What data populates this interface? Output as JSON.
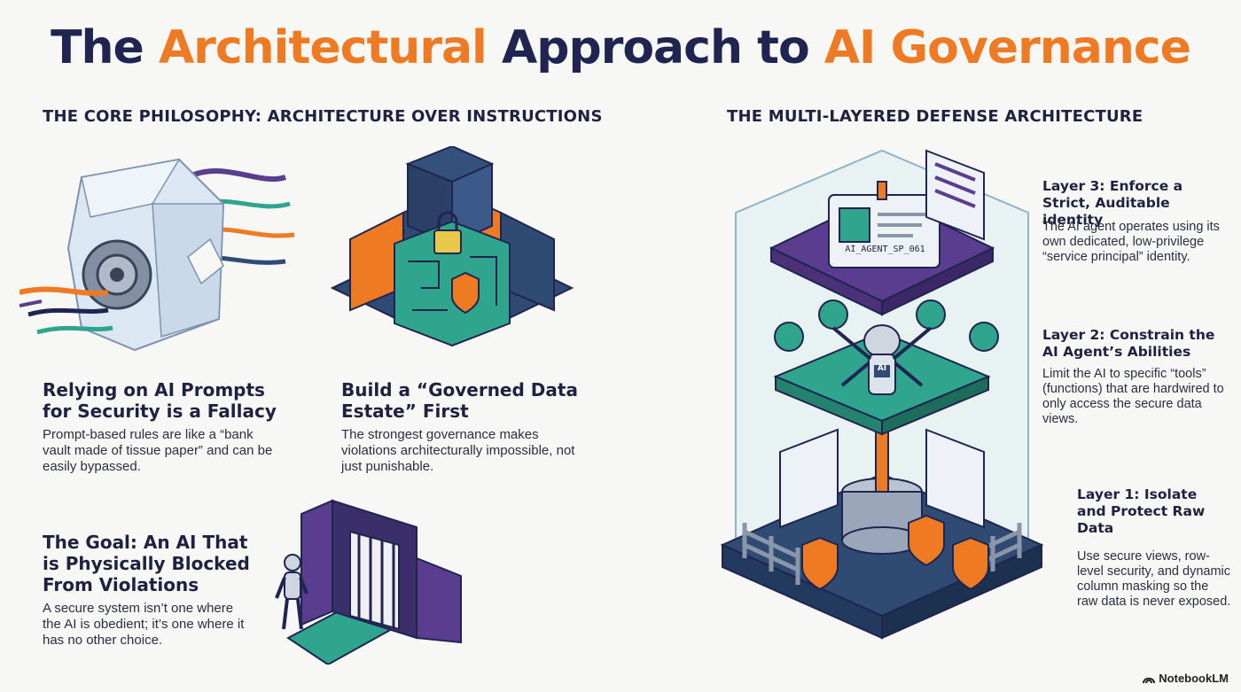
{
  "title": {
    "part1": "The",
    "part2": "Architectural",
    "part3": "Approach to",
    "part4": "AI Governance"
  },
  "left": {
    "heading": "THE CORE PHILOSOPHY: ARCHITECTURE OVER INSTRUCTIONS",
    "fallacy": {
      "title": "Relying on AI Prompts for Security is a Fallacy",
      "body": "Prompt-based rules are like a “bank vault made of tissue paper” and can be easily bypassed."
    },
    "estate": {
      "title": "Build a “Governed Data Estate” First",
      "body": "The strongest governance makes violations architecturally impossible, not just punishable."
    },
    "goal": {
      "title": "The Goal: An AI That is Physically Blocked From Violations",
      "body": "A secure system isn’t one where the AI is obedient; it’s one where it has no other choice."
    }
  },
  "right": {
    "heading": "THE MULTI-LAYERED DEFENSE ARCHITECTURE",
    "id_card_text": "AI_AGENT_SP_061",
    "robot_badge": "AI",
    "layer3": {
      "title": "Layer 3: Enforce a Strict, Auditable identity",
      "body": "The AI agent operates using its own dedicated, low-privilege “service principal” identity."
    },
    "layer2": {
      "title": "Layer 2: Constrain the AI Agent’s Abilities",
      "body": "Limit the AI to specific “tools” (functions) that are hardwired to only access the secure data views."
    },
    "layer1": {
      "title": "Layer 1: Isolate and Protect Raw Data",
      "body": "Use secure views, row-level security, and dynamic column masking so the raw data is never exposed."
    }
  },
  "brand": "NotebookLM",
  "colors": {
    "navy": "#1f2550",
    "orange": "#ef7a24",
    "purple": "#5b3d8f",
    "teal": "#2fa58d",
    "slate": "#2f4a73"
  }
}
